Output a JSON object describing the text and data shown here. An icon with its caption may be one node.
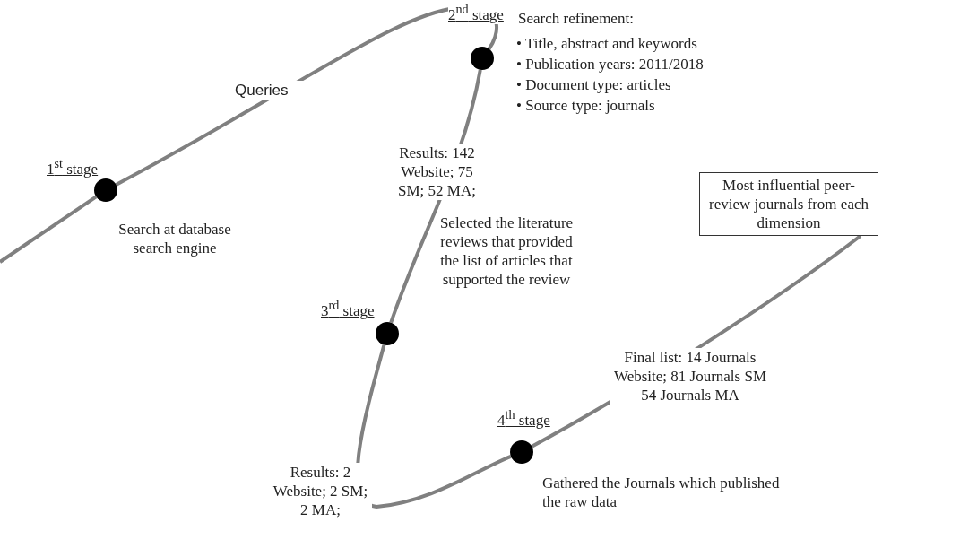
{
  "diagram": {
    "nodes": [
      {
        "text": [],
        "shape": "circle",
        "beside": [
          "1$^{st}$ stage",
          "Search at database search engine"
        ]
      },
      {
        "text": [],
        "shape": "circle",
        "beside": [
          "2$^{nd}$ stage",
          "Search refinement:",
          "• Title, abstract and keywords",
          "• Publication years: 2011/2018",
          "• Document type: articles",
          "• Source type: journals"
        ]
      },
      {
        "text": [],
        "shape": "circle",
        "beside": [
          "3$^{rd}$ stage",
          "Selected the literature reviews that provided the list of articles that supported the review"
        ]
      },
      {
        "text": [],
        "shape": "circle",
        "beside": [
          "4$^{th}$ stage",
          "Gathered the Journals which published the raw data"
        ]
      },
      {
        "text": [
          "Most influential peer-review journals from each dimension"
        ]
      }
    ],
    "edges": [
      {
        "from": null,
        "to": 0,
        "arrow": "none"
      },
      {
        "from": 0,
        "to": 1,
        "arrow": "none",
        "label": "Queries"
      },
      {
        "from": 1,
        "to": 2,
        "arrow": "none",
        "label": "Results: 142 Website; 75 SM; 52 MA;"
      },
      {
        "from": 2,
        "to": 3,
        "arrow": "none",
        "label": "Results: 2 Website; 2 SM; 2 MA;"
      },
      {
        "from": 3,
        "to": 4,
        "arrow": "none",
        "label": "Final list: 14 Journals Website; 81 Journals SM 54 Journals MA"
      }
    ]
  }
}
